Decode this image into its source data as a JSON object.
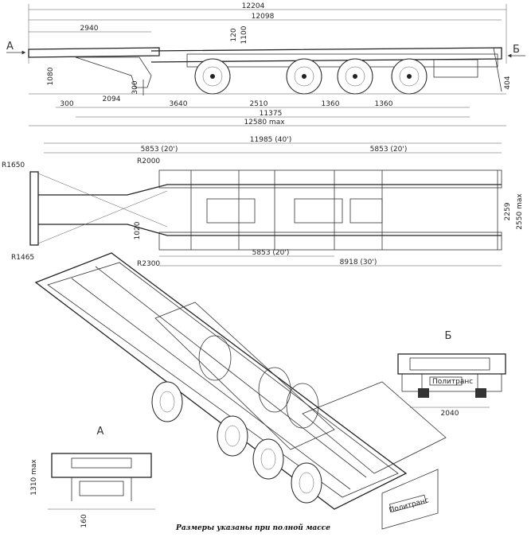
{
  "side_view": {
    "dims_top": [
      "12204",
      "12098",
      "2940",
      "120",
      "1100"
    ],
    "dims_bottom": [
      "300",
      "2094",
      "3640",
      "2510",
      "1360",
      "1360",
      "11375",
      "12580 max"
    ],
    "dims_side": [
      "1080",
      "300",
      "404"
    ],
    "view_marker_a": "А",
    "view_marker_b": "Б"
  },
  "plan_view": {
    "dims_top": [
      "11985 (40')",
      "5853 (20')",
      "5853 (20')"
    ],
    "radii": [
      "R1650",
      "R2000",
      "R1465",
      "R2300"
    ],
    "dims_inner": [
      "1020",
      "2259",
      "2550 max"
    ],
    "dims_bottom": [
      "5853 (20')",
      "8918 (30')"
    ]
  },
  "view_b": {
    "title": "Б",
    "width_dim": "2040",
    "brand": "Политранс"
  },
  "view_a": {
    "title": "А",
    "height_dim": "1310 max",
    "bottom_dim": "160"
  },
  "perspective": {
    "brand": "Политранс"
  },
  "caption": "Размеры указаны при полной массе"
}
